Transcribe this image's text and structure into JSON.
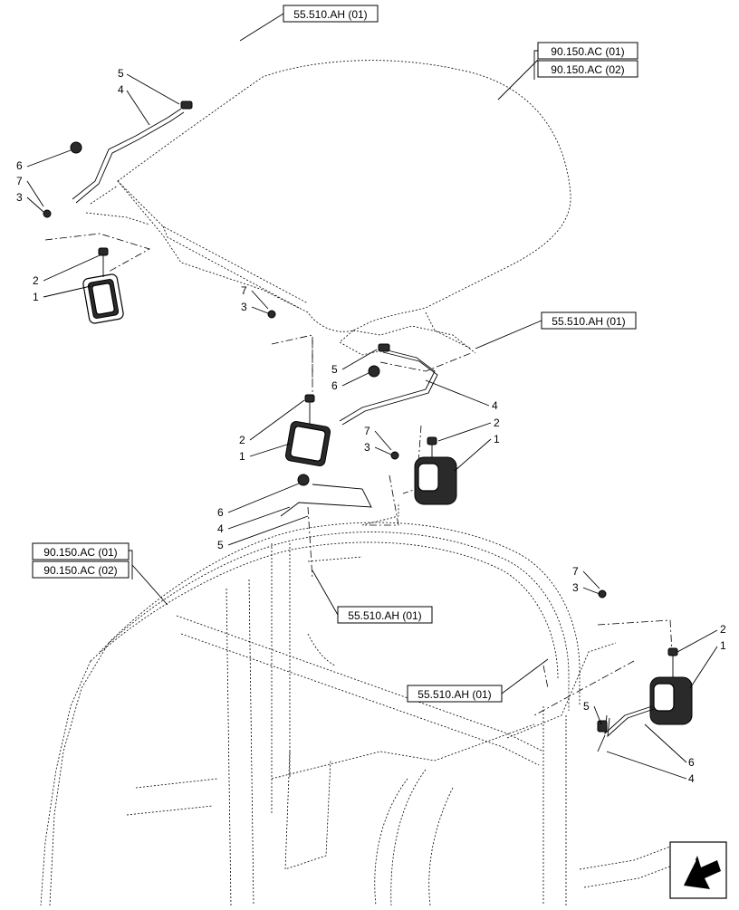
{
  "references": {
    "r1": "55.510.AH (01)",
    "r2a": "90.150.AC (01)",
    "r2b": "90.150.AC (02)",
    "r3": "55.510.AH (01)",
    "r4a": "90.150.AC (01)",
    "r4b": "90.150.AC (02)",
    "r5": "55.510.AH (01)",
    "r6": "55.510.AH (01)"
  },
  "callouts": {
    "g1": [
      "5",
      "4",
      "6",
      "7",
      "3",
      "2",
      "1"
    ],
    "g2": [
      "7",
      "3",
      "5",
      "6",
      "4",
      "2",
      "1"
    ],
    "g3": [
      "7",
      "3",
      "2",
      "1"
    ],
    "g4": [
      "6",
      "4",
      "5"
    ],
    "g5": [
      "7",
      "3",
      "2",
      "1",
      "5",
      "6",
      "4"
    ]
  },
  "icons": {
    "nav": "view-direction-arrow-icon"
  }
}
